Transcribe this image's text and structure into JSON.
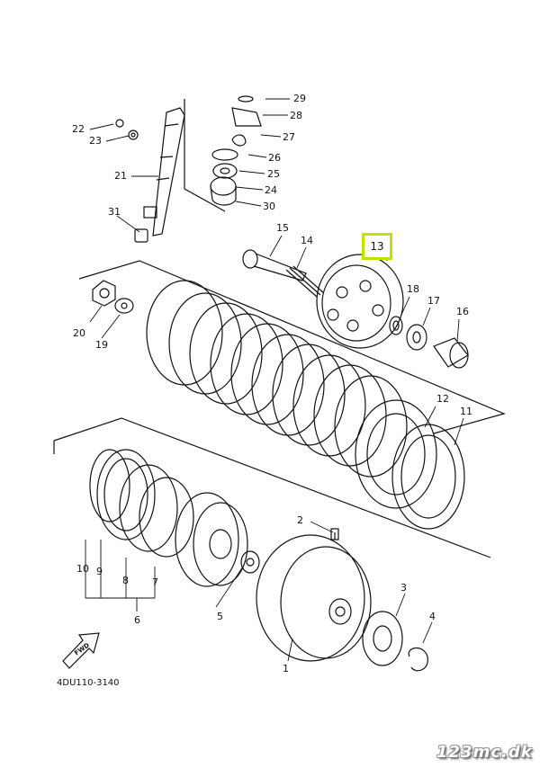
{
  "diagram": {
    "catalog_code": "4DU110-3140",
    "watermark": "123mc.dk",
    "fwd_arrow_text": "FWD",
    "highlighted_part": "13",
    "part_labels": {
      "p1": "1",
      "p2": "2",
      "p3": "3",
      "p4": "4",
      "p5": "5",
      "p6": "6",
      "p7": "7",
      "p8": "8",
      "p9": "9",
      "p10": "10",
      "p11": "11",
      "p12": "12",
      "p13": "13",
      "p14": "14",
      "p15": "15",
      "p16": "16",
      "p17": "17",
      "p18": "18",
      "p19": "19",
      "p20": "20",
      "p21": "21",
      "p22": "22",
      "p23": "23",
      "p24": "24",
      "p25": "25",
      "p26": "26",
      "p27": "27",
      "p28": "28",
      "p29": "29",
      "p30": "30",
      "p31": "31"
    }
  }
}
